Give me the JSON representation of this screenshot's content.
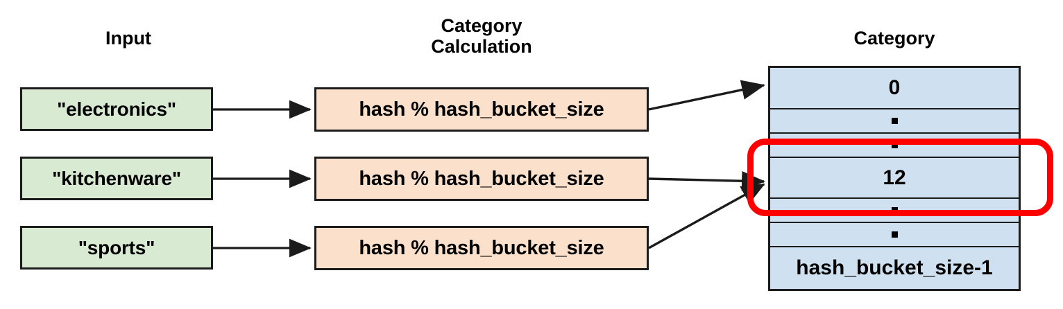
{
  "headers": {
    "input": "Input",
    "calculation": "Category\nCalculation",
    "category": "Category"
  },
  "rows": [
    {
      "input": "\"electronics\"",
      "calc": "hash % hash_bucket_size"
    },
    {
      "input": "\"kitchenware\"",
      "calc": "hash % hash_bucket_size"
    },
    {
      "input": "\"sports\"",
      "calc": "hash % hash_bucket_size"
    }
  ],
  "category_table": {
    "cells": [
      {
        "label": "0",
        "kind": "value"
      },
      {
        "label": "",
        "kind": "dot"
      },
      {
        "label": "",
        "kind": "dot"
      },
      {
        "label": "12",
        "kind": "value"
      },
      {
        "label": "",
        "kind": "dot"
      },
      {
        "label": "",
        "kind": "dot"
      },
      {
        "label": "hash_bucket_size-1",
        "kind": "value"
      }
    ],
    "highlighted_value": "12"
  },
  "colors": {
    "input_box": "#d9ead3",
    "calc_box": "#fbe1cc",
    "category_cell": "#cfe0f0",
    "highlight": "#ff0000",
    "stroke": "#1b1b1b"
  }
}
